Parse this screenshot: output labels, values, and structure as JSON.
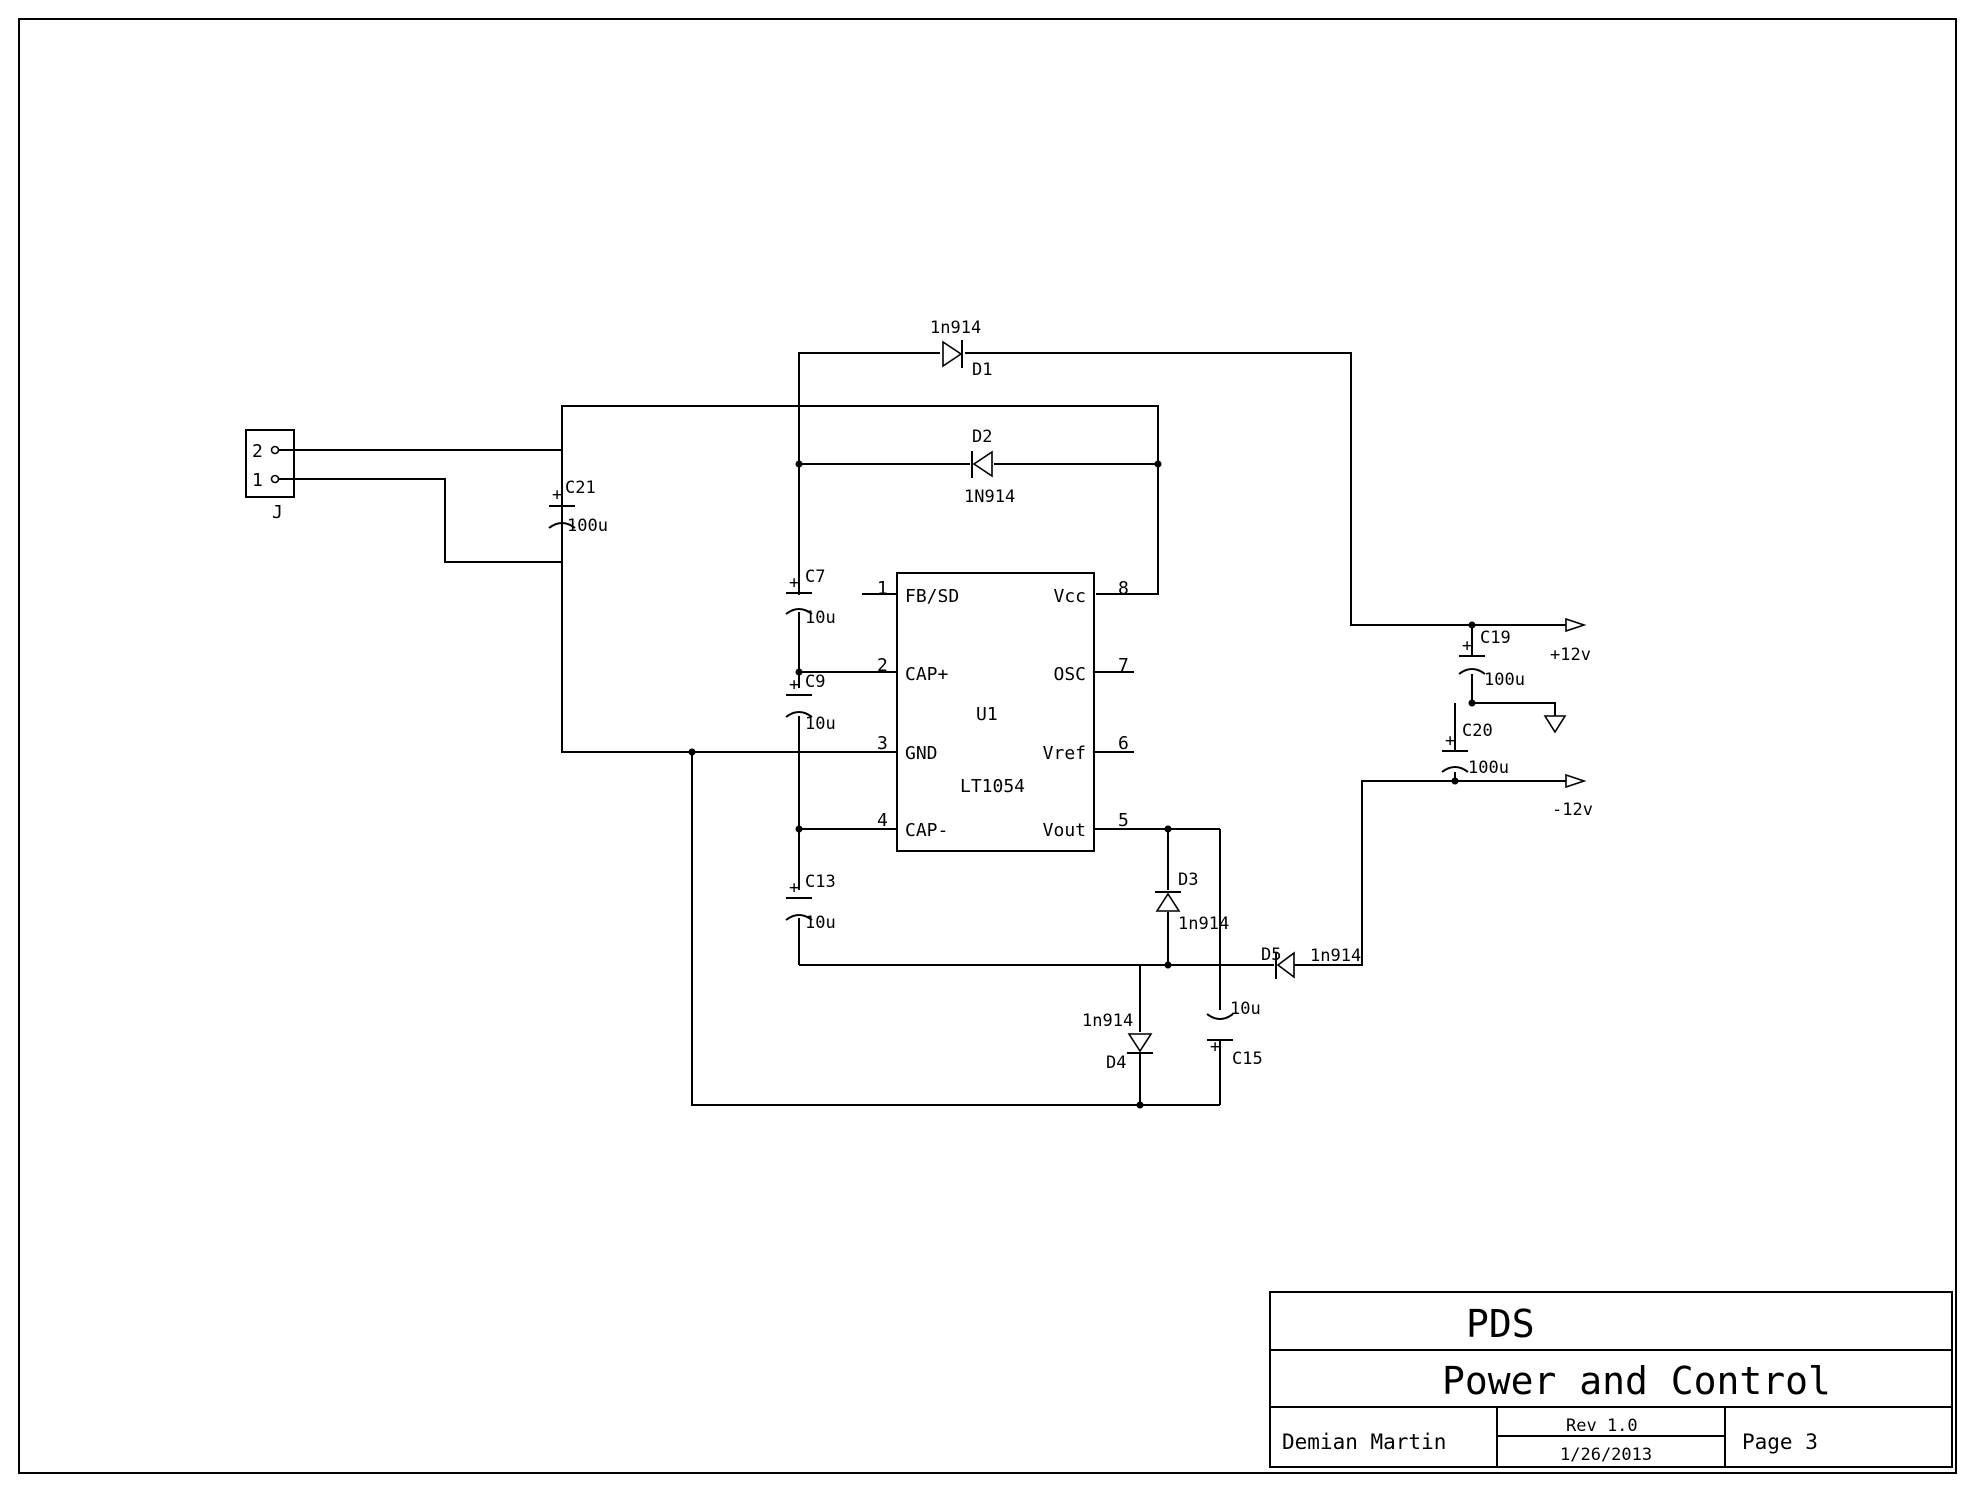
{
  "connector": {
    "ref": "J",
    "pin2": "2",
    "pin1": "1"
  },
  "ic": {
    "ref": "U1",
    "part": "LT1054",
    "pins": [
      {
        "num": "1",
        "name": "FB/SD"
      },
      {
        "num": "2",
        "name": "CAP+"
      },
      {
        "num": "3",
        "name": "GND"
      },
      {
        "num": "4",
        "name": "CAP-"
      },
      {
        "num": "5",
        "name": "Vout"
      },
      {
        "num": "6",
        "name": "Vref"
      },
      {
        "num": "7",
        "name": "OSC"
      },
      {
        "num": "8",
        "name": "Vcc"
      }
    ]
  },
  "diodes": [
    {
      "ref": "D1",
      "value": "1n914"
    },
    {
      "ref": "D2",
      "value": "1N914"
    },
    {
      "ref": "D3",
      "value": "1n914"
    },
    {
      "ref": "D4",
      "value": "1n914"
    },
    {
      "ref": "D5",
      "value": "1n914"
    }
  ],
  "capacitors": [
    {
      "ref": "C21",
      "value": "100u"
    },
    {
      "ref": "C7",
      "value": "10u"
    },
    {
      "ref": "C9",
      "value": "10u"
    },
    {
      "ref": "C13",
      "value": "10u"
    },
    {
      "ref": "C15",
      "value": "10u"
    },
    {
      "ref": "C19",
      "value": "100u"
    },
    {
      "ref": "C20",
      "value": "100u"
    }
  ],
  "outputs": {
    "pos": "+12v",
    "neg": "-12v"
  },
  "title_block": {
    "project": "PDS",
    "title": "Power and Control",
    "author": "Demian Martin",
    "rev": "Rev 1.0",
    "date": "1/26/2013",
    "page": "Page 3"
  }
}
